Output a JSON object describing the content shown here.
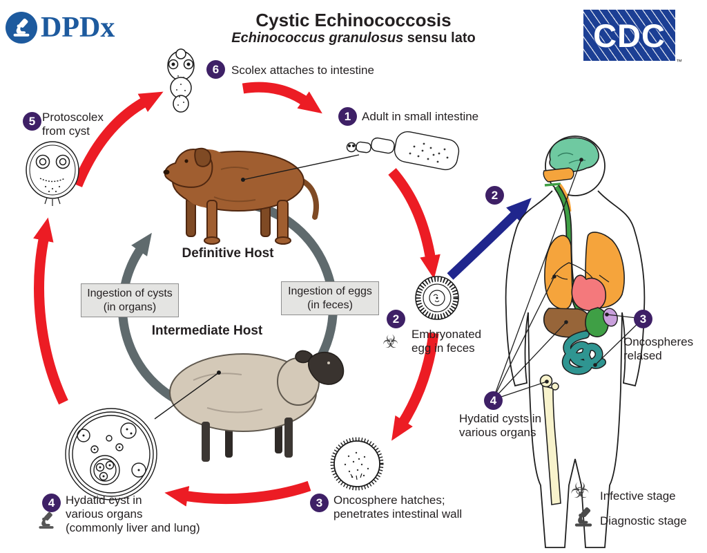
{
  "header": {
    "title": "Cystic Echinococcosis",
    "subtitle_species": "Echinococcus granulosus",
    "subtitle_suffix": " sensu lato",
    "dpdx": "DPDx",
    "cdc": "CDC",
    "tm": "™"
  },
  "cycle": {
    "definitive_host": "Definitive Host",
    "intermediate_host": "Intermediate Host",
    "ingestion_cysts_line1": "Ingestion of cysts",
    "ingestion_cysts_line2": "(in organs)",
    "ingestion_eggs_line1": "Ingestion of eggs",
    "ingestion_eggs_line2": "(in feces)",
    "stages": {
      "s1": {
        "num": "1",
        "label": "Adult in small intestine"
      },
      "s2": {
        "num": "2",
        "line1": "Embryonated",
        "line2": "egg in feces"
      },
      "s3": {
        "num": "3",
        "line1": "Oncosphere hatches;",
        "line2": "penetrates intestinal wall"
      },
      "s4": {
        "num": "4",
        "line1": "Hydatid cyst in",
        "line2": "various organs",
        "line3": "(commonly liver and lung)"
      },
      "s5": {
        "num": "5",
        "line1": "Protoscolex",
        "line2": "from cyst"
      },
      "s6": {
        "num": "6",
        "label": "Scolex attaches to intestine"
      }
    }
  },
  "human_annotations": {
    "b2": {
      "num": "2"
    },
    "b3": {
      "num": "3",
      "line1": "Oncospheres",
      "line2": "relased"
    },
    "b4": {
      "num": "4",
      "line1": "Hydatid cysts in",
      "line2": "various organs"
    }
  },
  "legend": {
    "infective": "Infective stage",
    "diagnostic": "Diagnostic stage",
    "biohazard_glyph": "☣"
  },
  "colors": {
    "arrow_red": "#ec1c24",
    "arrow_blue": "#20268d",
    "arrow_gray": "#5f6a6d",
    "badge_purple": "#3e2066",
    "dpdx_blue": "#1d5a9e",
    "cdc_blue": "#1c3f94",
    "brain_green": "#6fc9a1",
    "lung_orange": "#f5a43c",
    "heart_pink": "#f4797c",
    "liver_brown": "#976539",
    "stomach_green": "#3f9f45",
    "spleen_lilac": "#c9a0dc",
    "intestine_teal": "#2f9591",
    "bone_cream": "#f8f3cc",
    "dog_brown": "#a05e30",
    "sheep_beige": "#d4c9b8"
  }
}
